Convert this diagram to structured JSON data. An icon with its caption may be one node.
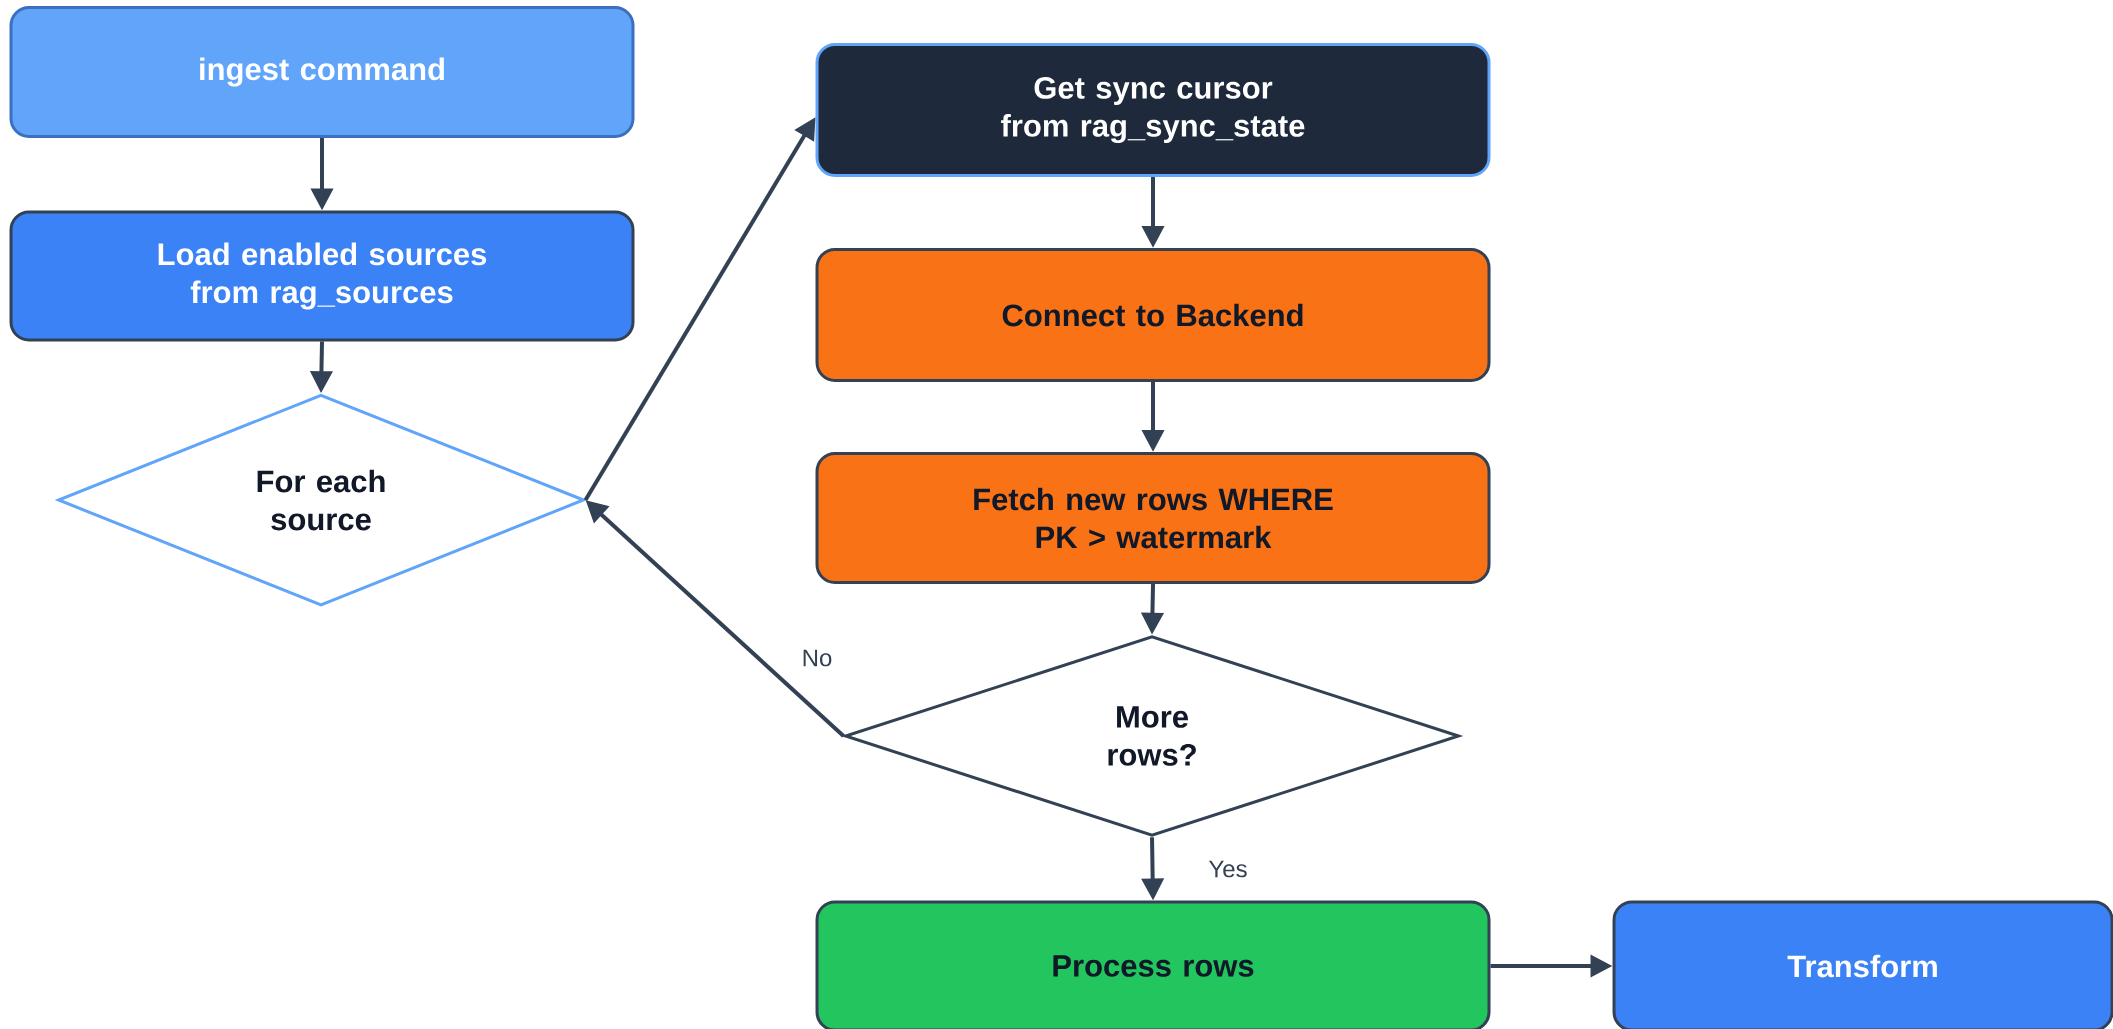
{
  "diagram": {
    "nodes": [
      {
        "text": [
          "ingest command"
        ]
      },
      {
        "text": [
          "Load enabled sources from rag_sources"
        ]
      },
      {
        "text": [
          "For each source"
        ]
      },
      {
        "text": [
          "Get sync cursor from rag_sync_state"
        ]
      },
      {
        "text": [
          "Connect to Backend"
        ]
      },
      {
        "text": [
          "Fetch new rows WHERE PK > watermark"
        ]
      },
      {
        "text": [
          "More rows?"
        ]
      },
      {
        "text": [
          "Process rows"
        ]
      },
      {
        "text": [
          "Transform"
        ]
      }
    ],
    "edges": [
      {
        "from": 0,
        "to": 1,
        "arrow": "to"
      },
      {
        "from": 1,
        "to": 2,
        "arrow": "to"
      },
      {
        "from": 2,
        "to": 3,
        "arrow": "to"
      },
      {
        "from": 3,
        "to": 4,
        "arrow": "to"
      },
      {
        "from": 4,
        "to": 5,
        "arrow": "to"
      },
      {
        "from": 5,
        "to": 6,
        "arrow": "to"
      },
      {
        "from": 6,
        "to": 2,
        "arrow": "to",
        "label": "No"
      },
      {
        "from": 6,
        "to": 7,
        "arrow": "to",
        "label": "Yes"
      },
      {
        "from": 7,
        "to": 8,
        "arrow": "to"
      }
    ]
  }
}
